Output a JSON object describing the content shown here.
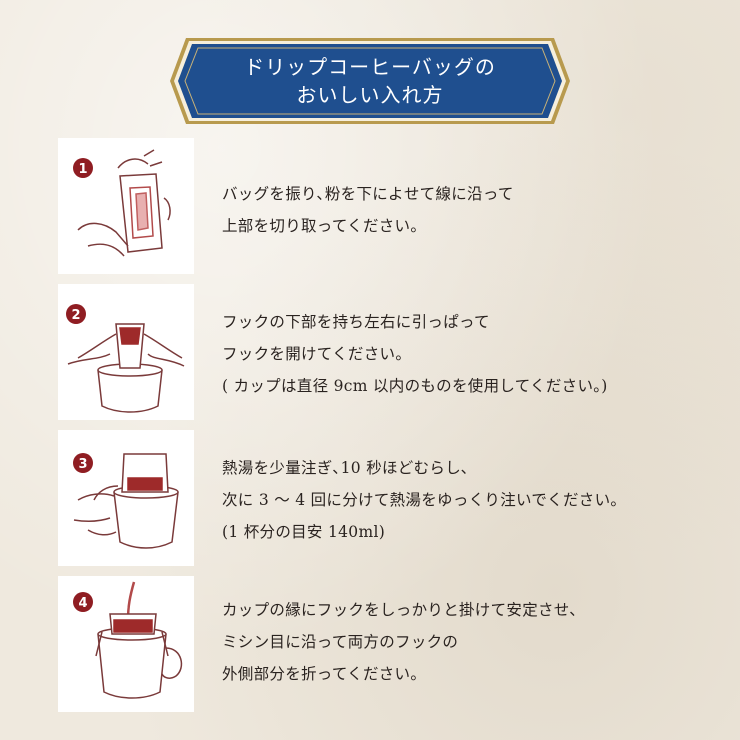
{
  "title": {
    "line1": "ドリップコーヒーバッグの",
    "line2": "おいしい入れ方"
  },
  "steps": [
    {
      "number": "1",
      "lines": [
        "バッグを振り､粉を下によせて線に沿って",
        "上部を切り取ってください。"
      ]
    },
    {
      "number": "2",
      "lines": [
        "フックの下部を持ち左右に引っぱって",
        "フックを開けてください。",
        "( カップは直径 9cm 以内のものを使用してください。)"
      ]
    },
    {
      "number": "3",
      "lines": [
        "熱湯を少量注ぎ､10 秒ほどむらし､",
        "次に 3 ～ 4 回に分けて熱湯をゆっくり注いでください。",
        "(1 杯分の目安 140ml)"
      ]
    },
    {
      "number": "4",
      "lines": [
        "カップの縁にフックをしっかりと掛けて安定させ､",
        "ミシン目に沿って両方のフックの",
        "外側部分を折ってください。"
      ]
    }
  ],
  "colors": {
    "banner_blue": "#1f4f8f",
    "banner_gold": "#b89a4e",
    "step_red": "#8f1d22",
    "background": "#efe9de"
  }
}
